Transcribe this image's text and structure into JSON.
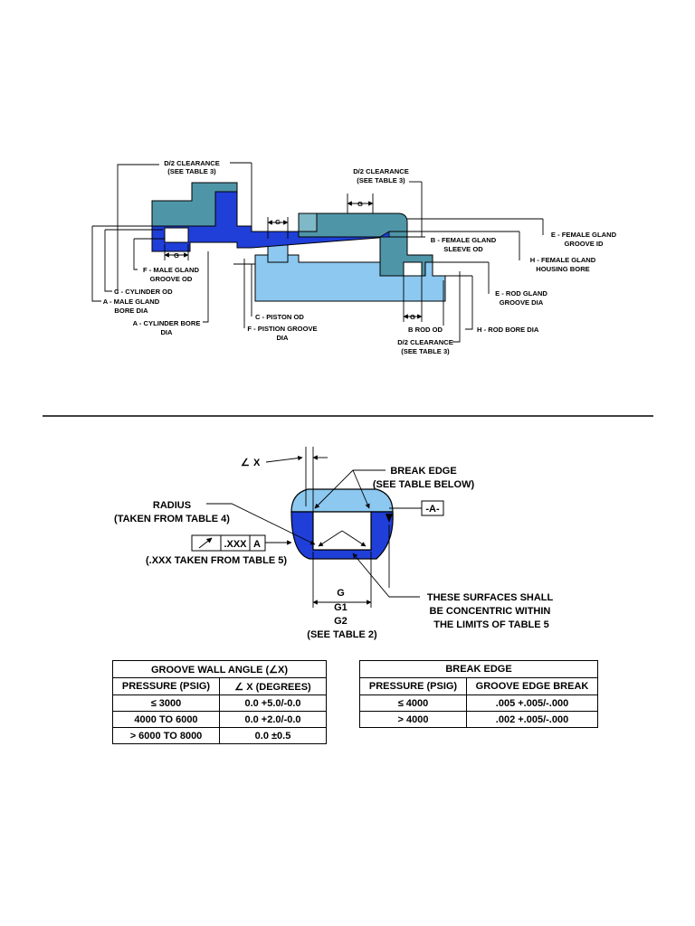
{
  "top_diagram": {
    "labels": {
      "d2_clearance_left": [
        "D/2 CLEARANCE",
        "(SEE TABLE 3)"
      ],
      "d2_clearance_right": [
        "D/2 CLEARANCE",
        "(SEE TABLE 3)"
      ],
      "d2_clearance_bottom": [
        "D/2 CLEARANCE",
        "(SEE TABLE 3)"
      ],
      "g_top": "G",
      "g_mid": "G",
      "g_left": "G",
      "g_bottom": "G",
      "e_female_gland": [
        "E - FEMALE GLAND",
        "GROOVE ID"
      ],
      "b_female_gland": [
        "B - FEMALE GLAND",
        "SLEEVE OD"
      ],
      "h_female_gland": [
        "H - FEMALE GLAND",
        "HOUSING BORE"
      ],
      "e_rod_gland": [
        "E - ROD GLAND",
        "GROOVE DIA"
      ],
      "h_rod_bore": "H - ROD BORE DIA",
      "b_rod_od": "B ROD OD",
      "f_male_gland": [
        "F - MALE GLAND",
        "GROOVE OD"
      ],
      "c_cylinder_od": "C - CYLINDER OD",
      "a_male_gland": [
        "A - MALE GLAND",
        "BORE DIA"
      ],
      "a_cylinder_bore": [
        "A - CYLINDER BORE",
        "DIA"
      ],
      "c_piston_od": "C - PISTON OD",
      "f_piston_groove": [
        "F - PISTION GROOVE",
        "DIA"
      ]
    }
  },
  "detail_diagram": {
    "labels": {
      "angle_x": "X",
      "break_edge": [
        "BREAK EDGE",
        "(SEE TABLE BELOW)"
      ],
      "radius": [
        "RADIUS",
        "(TAKEN FROM TABLE 4)"
      ],
      "datum": "-A-",
      "fcf_value": ".XXX",
      "fcf_datum": "A",
      "xxx_note": "(.XXX TAKEN FROM TABLE 5)",
      "g_stack": [
        "G",
        "G1",
        "G2",
        "(SEE TABLE 2)"
      ],
      "concentric_note": [
        "THESE SURFACES SHALL",
        "BE CONCENTRIC WITHIN",
        "THE LIMITS OF TABLE 5"
      ]
    }
  },
  "groove_table": {
    "title": "GROOVE WALL ANGLE (∠X)",
    "headers": [
      "PRESSURE (PSIG)",
      "∠ X (DEGREES)"
    ],
    "rows": [
      [
        "≤ 3000",
        "0.0 +5.0/-0.0"
      ],
      [
        "4000 TO 6000",
        "0.0 +2.0/-0.0"
      ],
      [
        "> 6000 TO 8000",
        "0.0 ±0.5"
      ]
    ]
  },
  "break_table": {
    "title": "BREAK EDGE",
    "headers": [
      "PRESSURE (PSIG)",
      "GROOVE EDGE BREAK"
    ],
    "rows": [
      [
        "≤ 4000",
        ".005 +.005/-.000"
      ],
      [
        "> 4000",
        ".002 +.005/-.000"
      ]
    ]
  },
  "colors": {
    "dark_blue": "#1f3fd8",
    "mid_blue": "#3b8fd6",
    "light_blue": "#8cc8f0",
    "teal": "#4f95a8",
    "teal_light": "#7fb8c6"
  }
}
